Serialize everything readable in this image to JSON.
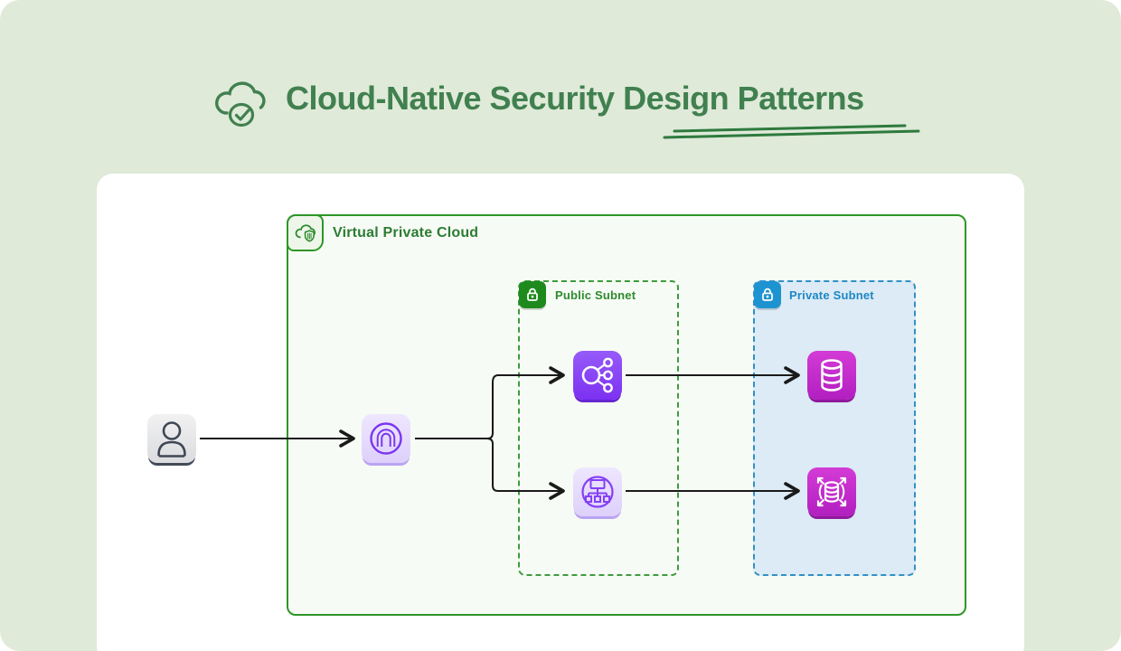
{
  "header": {
    "title": "Cloud-Native Security Design Patterns",
    "icon": "cloud-check-icon"
  },
  "diagram": {
    "vpc": {
      "label": "Virtual Private Cloud",
      "badge_icon": "cloud-shield-icon"
    },
    "public_subnet": {
      "label": "Public Subnet",
      "badge_icon": "lock-icon"
    },
    "private_subnet": {
      "label": "Private Subnet",
      "badge_icon": "lock-icon"
    },
    "nodes": [
      {
        "id": "user",
        "icon": "user-icon"
      },
      {
        "id": "internet-gateway",
        "icon": "internet-gateway-icon"
      },
      {
        "id": "load-balancer",
        "icon": "load-balancer-icon"
      },
      {
        "id": "network-topology",
        "icon": "network-topology-icon"
      },
      {
        "id": "database",
        "icon": "database-icon"
      },
      {
        "id": "scalable-database",
        "icon": "database-scale-out-icon"
      }
    ],
    "edges": [
      {
        "from": "user",
        "to": "internet-gateway"
      },
      {
        "from": "internet-gateway",
        "to": "load-balancer"
      },
      {
        "from": "internet-gateway",
        "to": "network-topology"
      },
      {
        "from": "load-balancer",
        "to": "database"
      },
      {
        "from": "network-topology",
        "to": "scalable-database"
      }
    ]
  },
  "colors": {
    "page_background": "#dfead9",
    "card_background": "#ffffff",
    "title_green": "#41804f",
    "vpc_border_green": "#2e9628",
    "vpc_fill": "#f7fbf5",
    "public_subnet_green": "#2e8b2e",
    "public_badge_green": "#1e8a1e",
    "private_subnet_blue": "#1e87c4",
    "private_subnet_fill": "#dcebf5",
    "private_badge_blue": "#1e93d1",
    "purple_accent": "#8540f5",
    "lavender_tile": "#e7ddfc",
    "magenta_accent": "#c32cc9",
    "arrow_black": "#1a1a1a",
    "user_tile_gray": "#e4e5e8"
  }
}
